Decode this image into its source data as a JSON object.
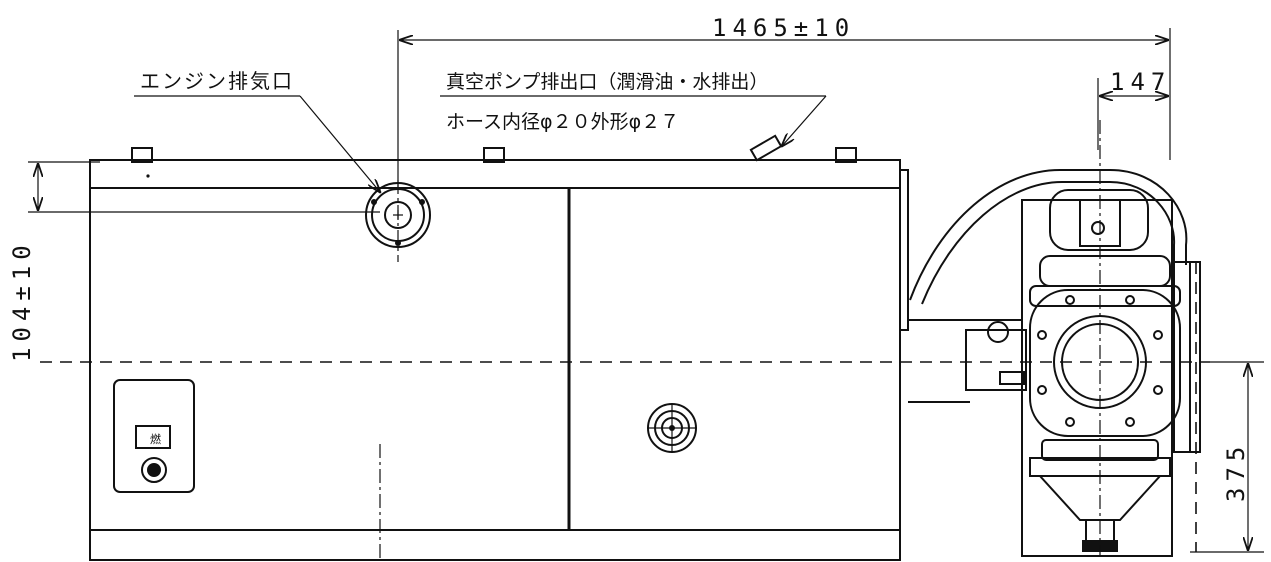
{
  "dimensions": {
    "overall_length": "1465±10",
    "right_offset": "147",
    "exhaust_offset": "104±10",
    "height_right": "375"
  },
  "callouts": {
    "engine_exhaust": "エンジン排気口",
    "vacuum_pump_outlet": "真空ポンプ排出口（潤滑油・水排出）",
    "hose_spec": "ホース内径φ２０外形φ２７"
  },
  "panel_label": "燃"
}
